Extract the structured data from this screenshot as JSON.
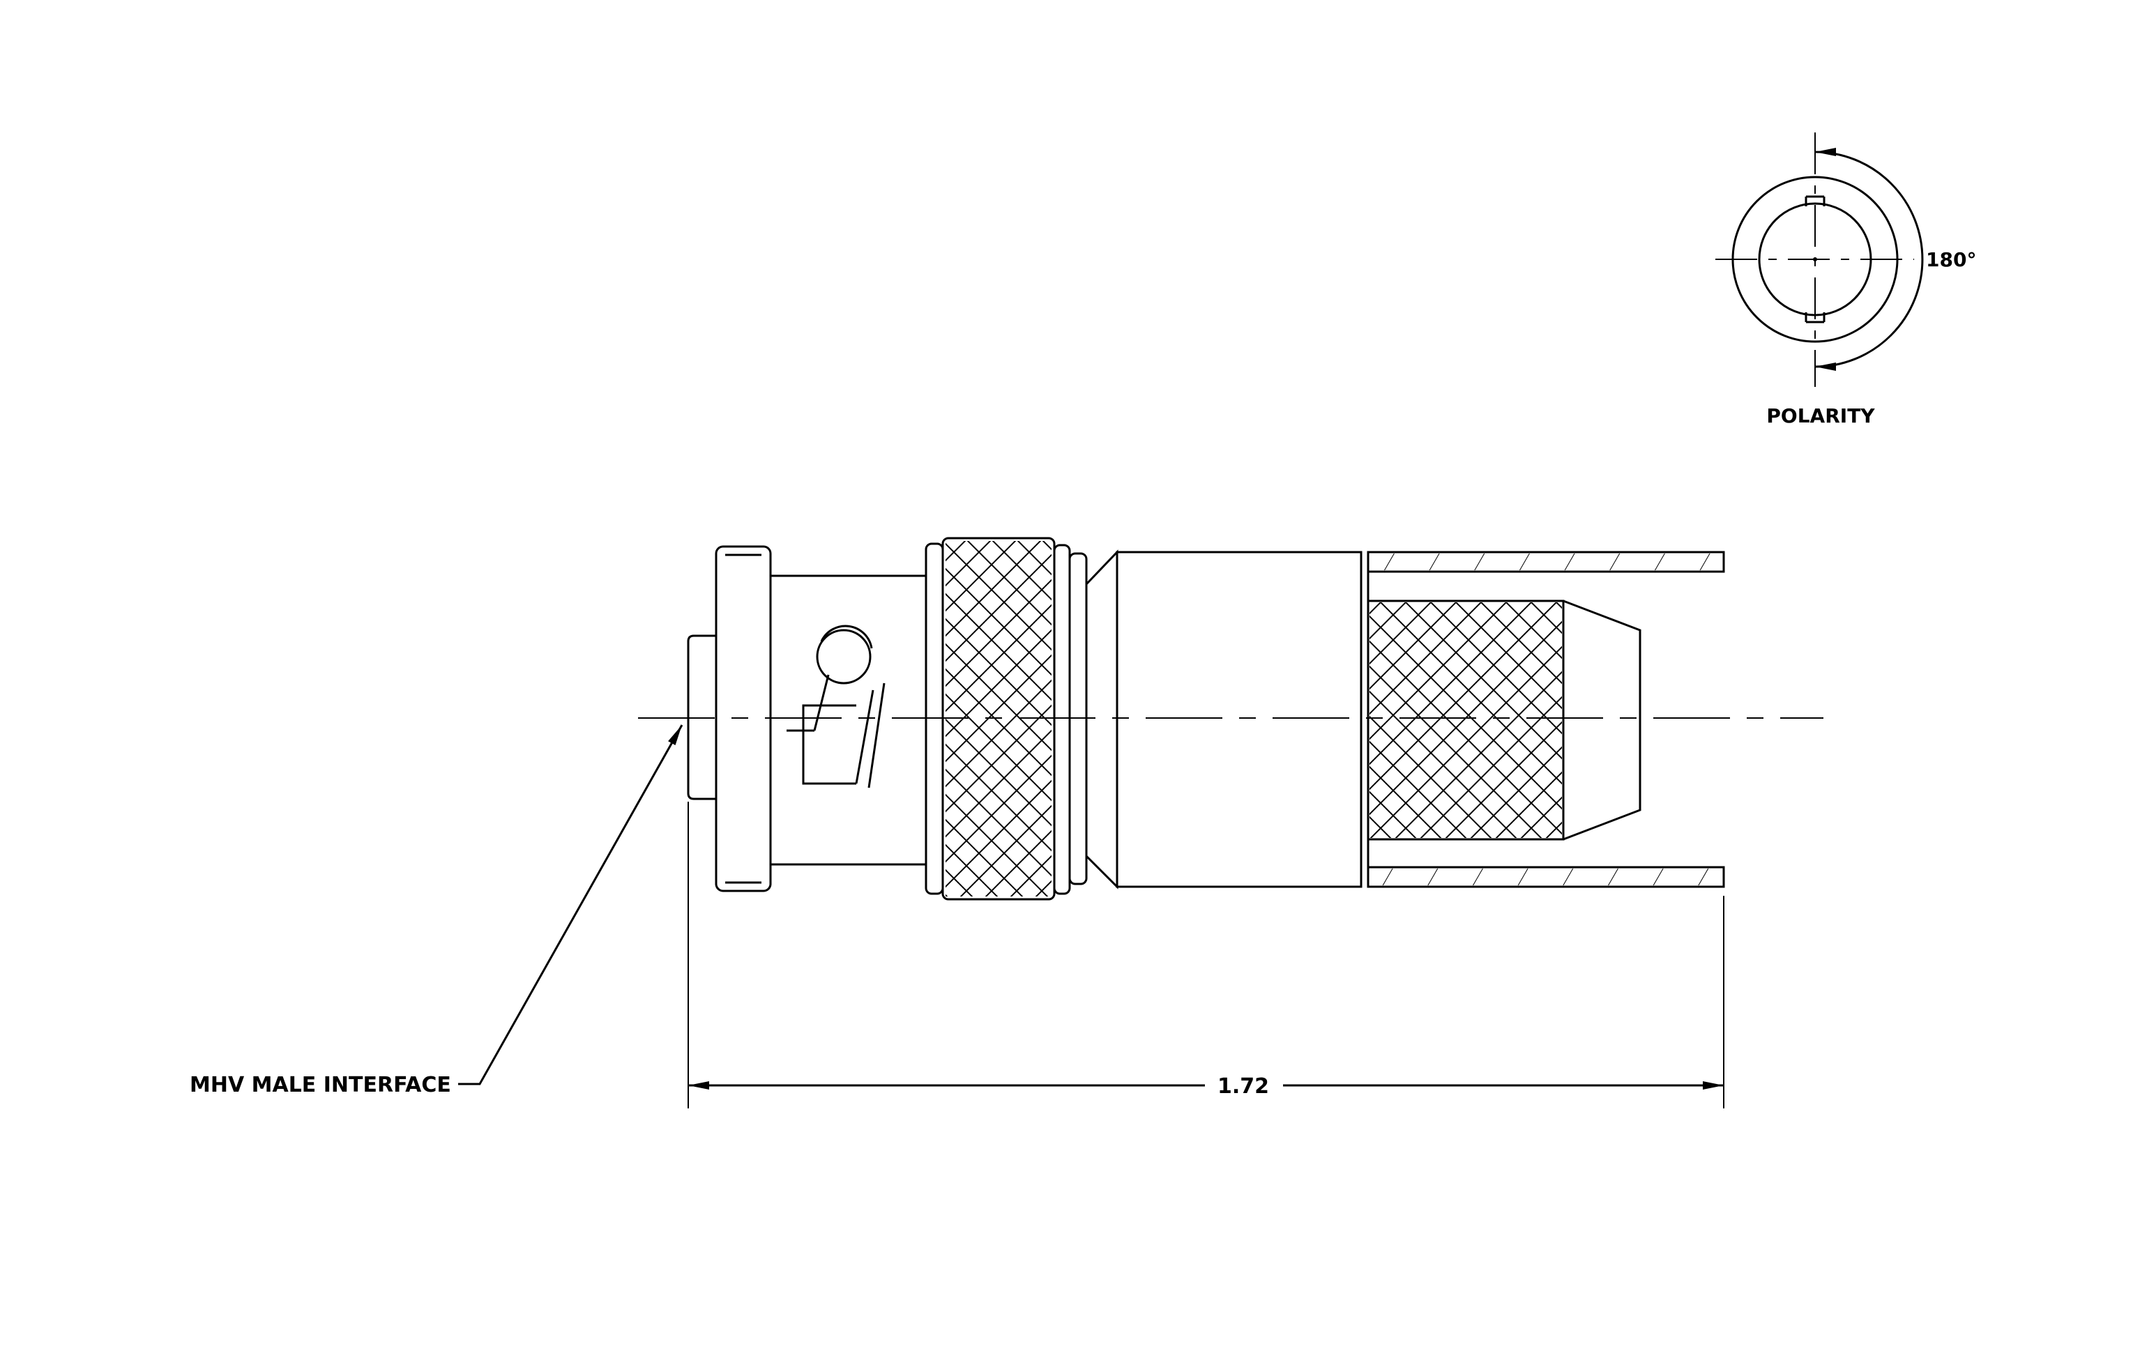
{
  "polarity": {
    "label": "POLARITY",
    "angle": "180°"
  },
  "callout": {
    "text": "MHV MALE INTERFACE"
  },
  "dimension": {
    "overall_length": "1.72"
  },
  "colors": {
    "line": "#000000",
    "background": "#ffffff"
  }
}
